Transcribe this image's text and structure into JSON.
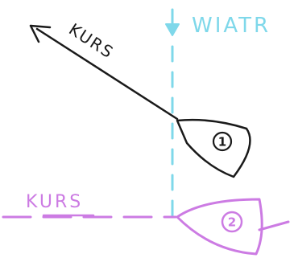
{
  "wind": {
    "label": "WIATR",
    "color": "#7fd8ea"
  },
  "boat_1": {
    "number": "1",
    "course_label": "KURS",
    "color": "#1a1a1a"
  },
  "boat_2": {
    "number": "2",
    "course_label": "KURS",
    "color": "#cc7be3"
  }
}
